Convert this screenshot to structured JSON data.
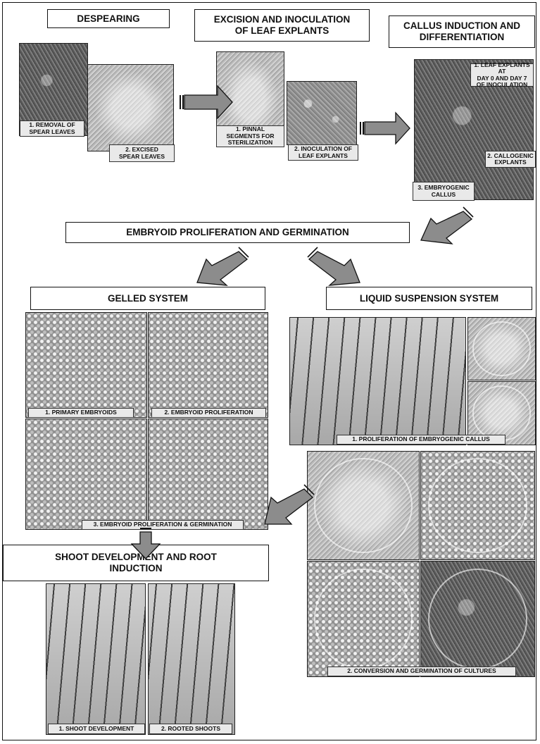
{
  "stages": {
    "despearing": "DESPEARING",
    "excision": "EXCISION AND INOCULATION\nOF LEAF EXPLANTS",
    "callus": "CALLUS INDUCTION AND\nDIFFERENTIATION",
    "embryoid": "EMBRYOID PROLIFERATION AND GERMINATION",
    "gelled": "GELLED SYSTEM",
    "liquid": "LIQUID SUSPENSION SYSTEM",
    "shoot": "SHOOT DEVELOPMENT AND ROOT\nINDUCTION"
  },
  "captions": {
    "removal_spear": "1. REMOVAL OF\nSPEAR LEAVES",
    "excised_spear": "2. EXCISED\nSPEAR LEAVES",
    "pinnal_segments": "1. PINNAL\nSEGMENTS FOR\nSTERILIZATION",
    "inoculation": "2. INOCULATION OF\nLEAF EXPLANTS",
    "leaf_explants_day": "1. LEAF EXPLANTS AT\nDAY 0 AND DAY 7\nOF INOCULATION",
    "callogenic": "2. CALLOGENIC\nEXPLANTS",
    "embryogenic_callus": "3. EMBRYOGENIC\nCALLUS",
    "primary_embryoids": "1. PRIMARY EMBRYOIDS",
    "embryoid_proliferation": "2. EMBRYOID PROLIFERATION",
    "embryoid_prolif_germ": "3. EMBRYOID PROLIFERATION & GERMINATION",
    "prolif_embryogenic": "1. PROLIFERATION OF EMBRYOGENIC CALLUS",
    "conversion": "2. CONVERSION AND GERMINATION OF CULTURES",
    "shoot_dev": "1. SHOOT DEVELOPMENT",
    "rooted": "2. ROOTED SHOOTS"
  },
  "icons": {
    "arrow": "block-arrow-icon"
  },
  "colors": {
    "arrow_fill": "#8c8c8c",
    "arrow_stroke": "#111111",
    "caption_bg": "#e9e9e9"
  }
}
